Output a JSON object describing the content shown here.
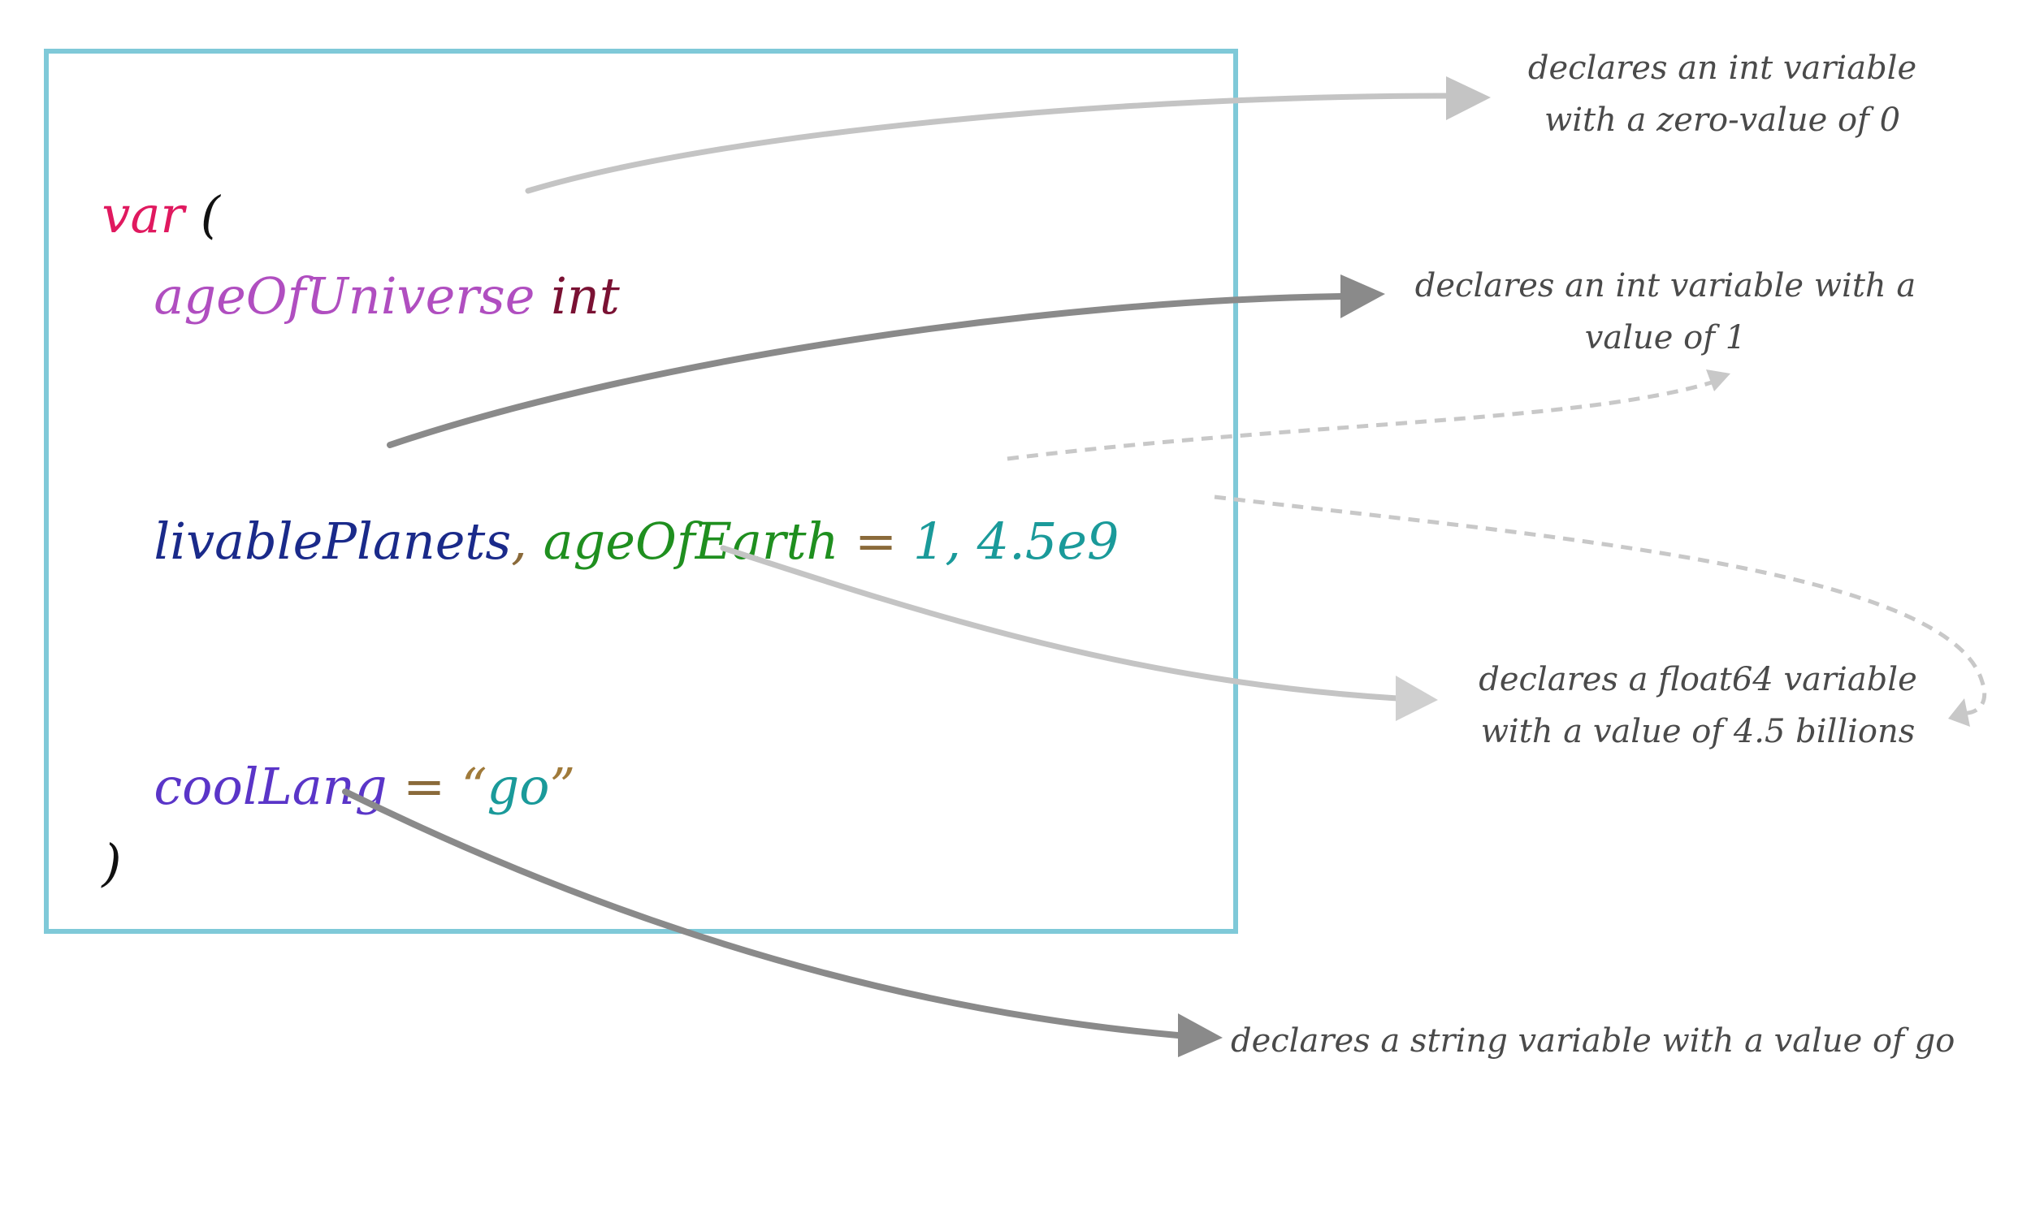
{
  "code": {
    "kw_var": "var",
    "open_paren": "(",
    "line1_name": "ageOfUniverse",
    "line1_type": "int",
    "line2_name1": "livablePlanets",
    "line2_comma": ",",
    "line2_name2": "ageOfEarth",
    "line2_eq": "=",
    "line2_values": "1, 4.5e9",
    "line3_name": "coolLang",
    "line3_eq": "=",
    "line3_open_quote": "“",
    "line3_value": "go",
    "line3_close_quote": "”",
    "close_paren": ")"
  },
  "annotations": {
    "a1": "declares an int variable\nwith a zero-value of 0",
    "a2": "declares an int variable with a\nvalue of 1",
    "a3": "declares a float64 variable\nwith a value of 4.5 billions",
    "a4": "declares a string variable with a value of go"
  },
  "colors": {
    "keyword": "#e0195f",
    "age_of_universe": "#b04ec0",
    "int_type": "#7a1133",
    "livable_planets": "#1a2a8a",
    "age_of_earth": "#1f8f1f",
    "operator": "#8a6a3a",
    "literal": "#1a9a9a",
    "cool_lang": "#5a35c8",
    "string_quote": "#a07a3a",
    "box_border": "#7fc9d8",
    "arrow_dark": "#8a8a8a",
    "arrow_light": "#bfbfbf",
    "annotation_text": "#4a4a4a"
  }
}
